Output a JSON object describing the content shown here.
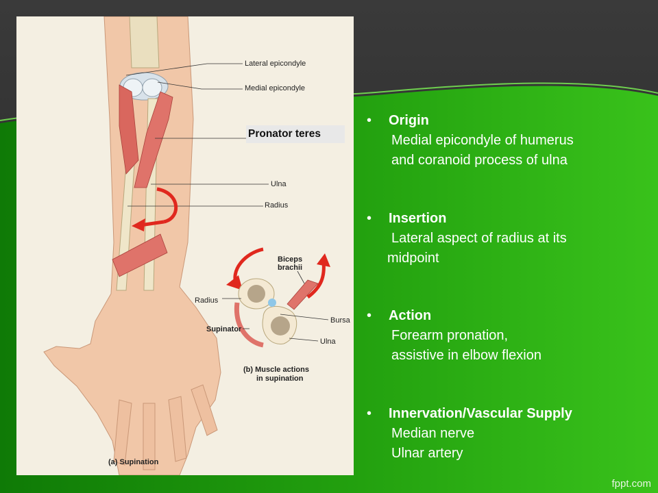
{
  "figure": {
    "labels": {
      "lateral_epicondyle": "Lateral epicondyle",
      "medial_epicondyle": "Medial epicondyle",
      "pronator_teres": "Pronator teres",
      "ulna": "Ulna",
      "radius": "Radius",
      "biceps_brachii_line1": "Biceps",
      "biceps_brachii_line2": "brachii",
      "inset_radius": "Radius",
      "supinator": "Supinator",
      "bursa": "Bursa",
      "inset_ulna": "Ulna",
      "caption_b_line1": "(b)  Muscle actions",
      "caption_b_line2": "in supination",
      "caption_a": "(a)  Supination"
    }
  },
  "content": {
    "items": [
      {
        "heading": "Origin",
        "lines": [
          "Medial epicondyle of humerus",
          "and coranoid process of ulna"
        ]
      },
      {
        "heading": "Insertion",
        "lines": [
          "Lateral aspect of radius at its",
          "midpoint"
        ]
      },
      {
        "heading": "Action",
        "lines": [
          "Forearm pronation,",
          "assistive in elbow flexion"
        ]
      },
      {
        "heading": "Innervation/Vascular Supply",
        "lines": [
          "Median nerve",
          "Ulnar artery"
        ]
      }
    ],
    "bullet_char": "•"
  },
  "brand": "fppt.com",
  "colors": {
    "green": "#1f9a0f",
    "dark": "#2d2d2d",
    "muscle": "#d9675e",
    "arrow": "#e0281e"
  }
}
